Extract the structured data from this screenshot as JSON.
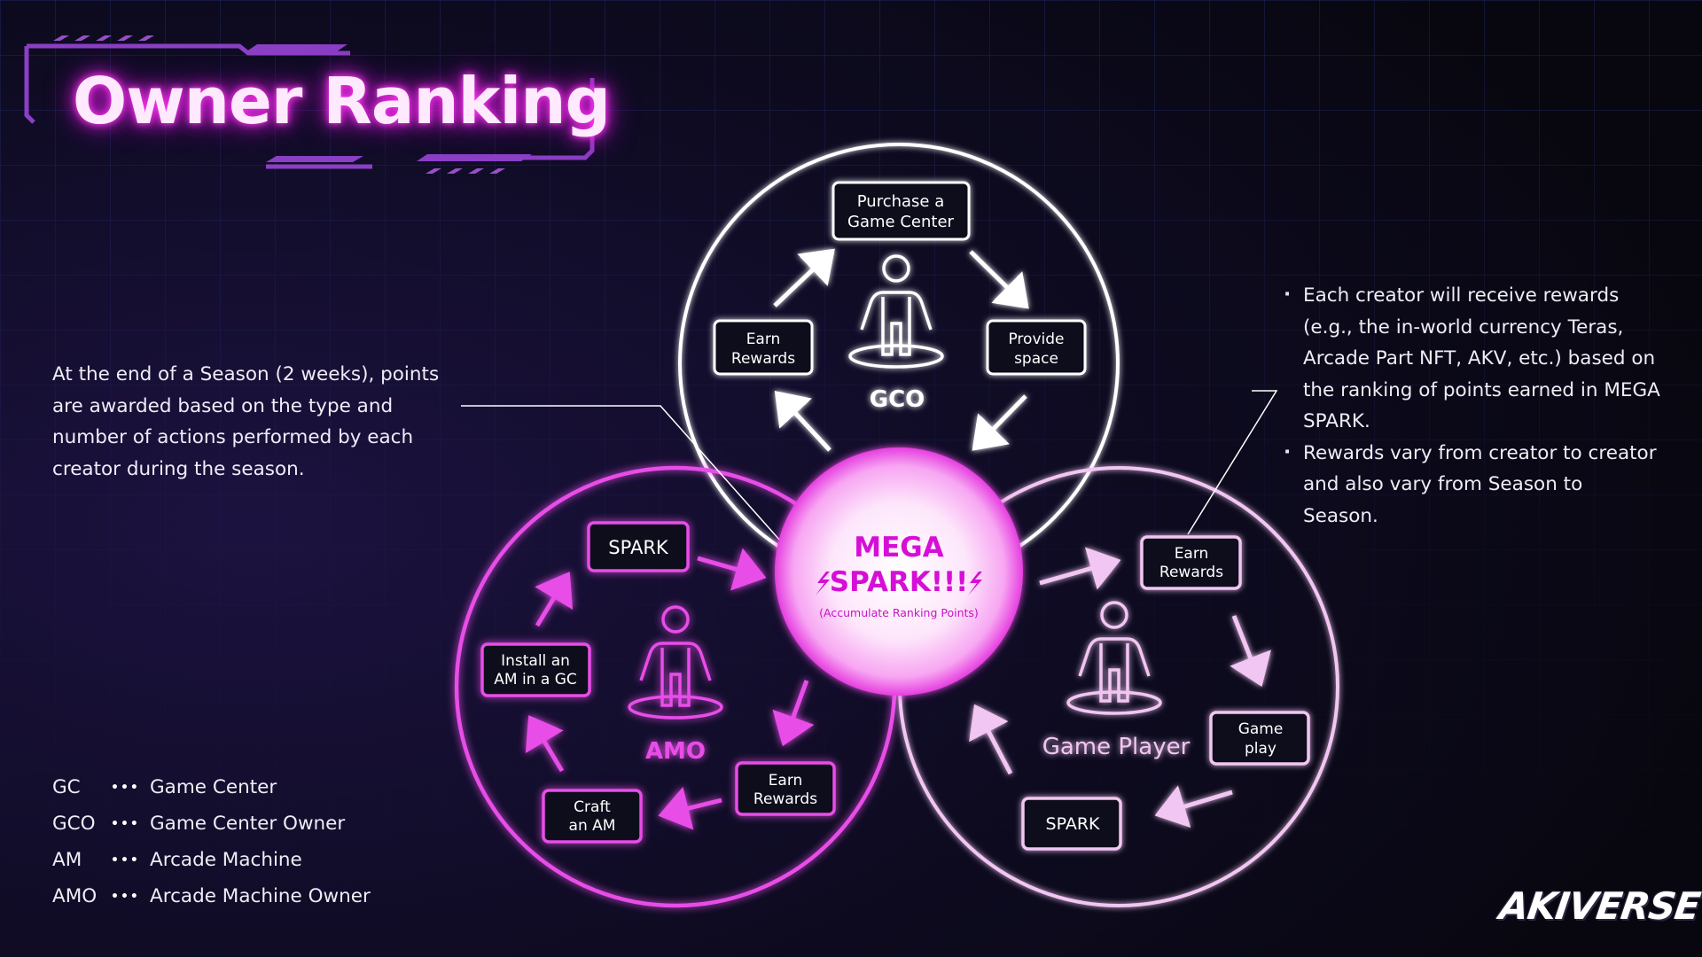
{
  "title": "Owner Ranking",
  "description": "At the end of a Season (2 weeks), points are awarded based on the type and number of actions performed by each creator during the season.",
  "bullets": [
    "Each creator will receive rewards (e.g., the in-world currency Teras, Arcade Part NFT, AKV, etc.) based on the ranking of points earned in MEGA SPARK.",
    "Rewards vary from creator to creator and also vary from Season to Season."
  ],
  "center": {
    "line1": "MEGA",
    "line2": "SPARK!!!",
    "sub": "(Accumulate Ranking Points)"
  },
  "gco": {
    "label": "GCO",
    "purchase": [
      "Purchase a",
      "Game Center"
    ],
    "provide": [
      "Provide",
      "space"
    ],
    "earn": [
      "Earn",
      "Rewards"
    ]
  },
  "amo": {
    "label": "AMO",
    "spark": "SPARK",
    "install": [
      "Install an",
      "AM in a GC"
    ],
    "craft": [
      "Craft",
      "an AM"
    ],
    "earn": [
      "Earn",
      "Rewards"
    ]
  },
  "player": {
    "label": "Game Player",
    "earn": [
      "Earn",
      "Rewards"
    ],
    "gameplay": [
      "Game",
      "play"
    ],
    "spark": "SPARK"
  },
  "legend": [
    {
      "abbr": "GC",
      "dots": "•••",
      "meaning": "Game Center"
    },
    {
      "abbr": "GCO",
      "dots": "•••",
      "meaning": "Game Center Owner"
    },
    {
      "abbr": "AM",
      "dots": "•••",
      "meaning": "Arcade Machine"
    },
    {
      "abbr": "AMO",
      "dots": "•••",
      "meaning": "Arcade Machine Owner"
    }
  ],
  "logo": "AKIVERSE",
  "colors": {
    "gco": "#ffffff",
    "amo": "#e84de8",
    "player": "#f2c6f2",
    "center_text": "#d60fd6",
    "title_glow": "#ff3df0"
  }
}
